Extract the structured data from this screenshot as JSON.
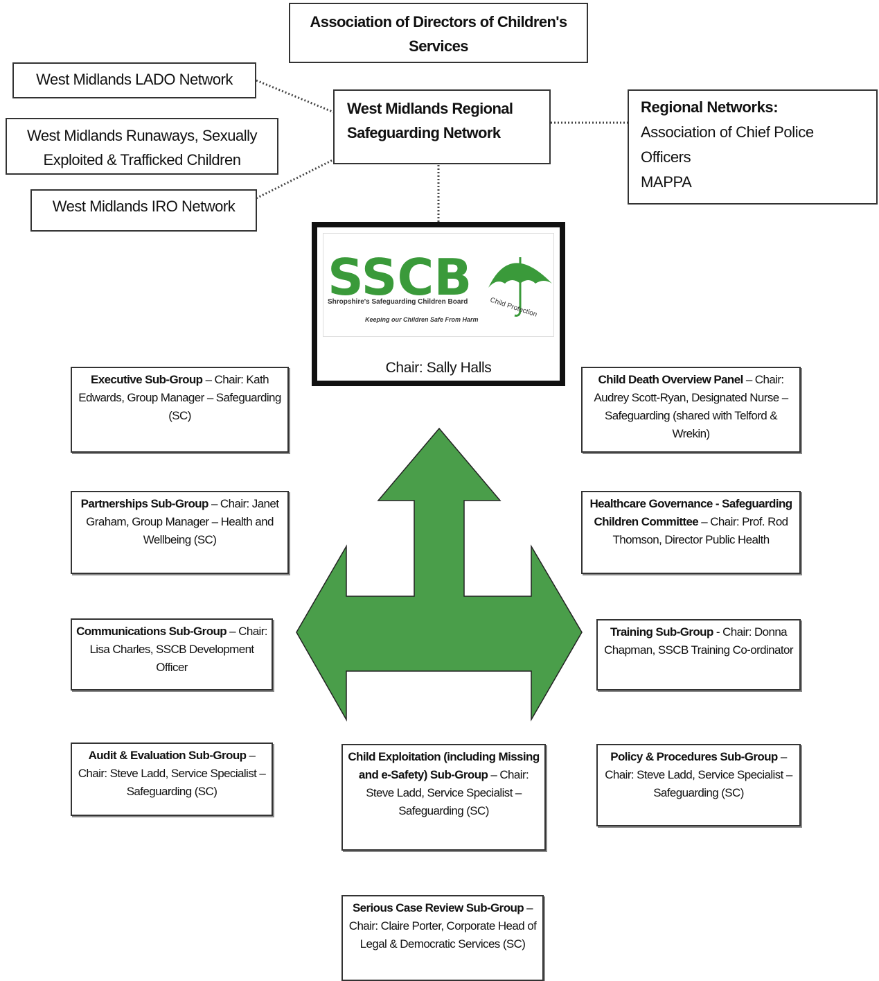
{
  "adcs": {
    "title": "Association of Directors of Children's Services"
  },
  "regional": {
    "title": "West Midlands Regional Safeguarding Network"
  },
  "networks_left": {
    "lado": "West Midlands LADO Network",
    "runaways": "West Midlands Runaways, Sexually Exploited & Trafficked Children",
    "iro": "West Midlands IRO Network"
  },
  "networks_right": {
    "heading": "Regional Networks:",
    "items": [
      "Association of Chief Police Officers",
      "MAPPA"
    ]
  },
  "board": {
    "logo_letters": "SSCB",
    "logo_subtitle": "Shropshire's Safeguarding Children Board",
    "logo_tagline": "Keeping our Children Safe From Harm",
    "logo_badge": "Child Protection",
    "chair": "Chair: Sally Halls"
  },
  "subgroups": {
    "executive": {
      "name": "Executive Sub-Group",
      "detail": " – Chair: Kath Edwards, Group Manager – Safeguarding (SC)"
    },
    "partnerships": {
      "name": "Partnerships Sub-Group",
      "detail": " – Chair: Janet Graham, Group Manager – Health and Wellbeing (SC)"
    },
    "communications": {
      "name": "Communications Sub-Group",
      "detail": " – Chair: Lisa Charles, SSCB Development Officer"
    },
    "audit": {
      "name": "Audit & Evaluation Sub-Group",
      "detail": " – Chair: Steve Ladd, Service Specialist – Safeguarding (SC)"
    },
    "cdop": {
      "name": "Child Death Overview Panel",
      "detail": " – Chair: Audrey Scott-Ryan, Designated Nurse – Safeguarding (shared with Telford & Wrekin)"
    },
    "healthcare": {
      "name": "Healthcare Governance - Safeguarding Children Committee",
      "detail": " – Chair: Prof. Rod Thomson, Director Public Health"
    },
    "training": {
      "name": "Training Sub-Group",
      "detail": " - Chair: Donna Chapman, SSCB Training Co-ordinator"
    },
    "policy": {
      "name": "Policy & Procedures Sub-Group",
      "detail": " – Chair: Steve Ladd, Service Specialist – Safeguarding (SC)"
    },
    "exploitation": {
      "name": "Child Exploitation (including Missing and e-Safety) Sub-Group",
      "detail": " – Chair: Steve Ladd, Service Specialist – Safeguarding (SC)"
    },
    "scr": {
      "name": "Serious Case Review Sub-Group",
      "detail": " – Chair: Claire Porter, Corporate Head of Legal & Democratic Services (SC)"
    }
  },
  "colors": {
    "arrow": "#4a9e4a",
    "logo_green": "#3a9a3a",
    "logo_dark": "#1a1a1a",
    "border": "#333333"
  }
}
